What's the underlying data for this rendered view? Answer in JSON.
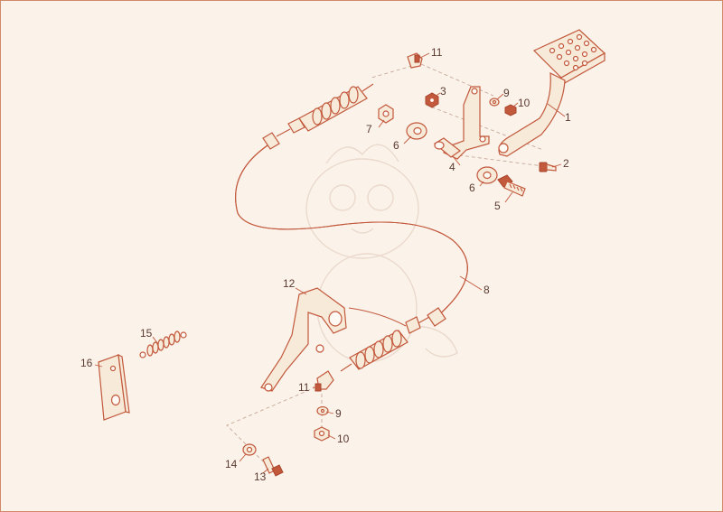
{
  "callouts": [
    {
      "id": "1",
      "text": "1"
    },
    {
      "id": "2",
      "text": "2"
    },
    {
      "id": "3",
      "text": "3"
    },
    {
      "id": "4",
      "text": "4"
    },
    {
      "id": "5",
      "text": "5"
    },
    {
      "id": "6a",
      "text": "6"
    },
    {
      "id": "6b",
      "text": "6"
    },
    {
      "id": "7",
      "text": "7"
    },
    {
      "id": "8",
      "text": "8"
    },
    {
      "id": "9a",
      "text": "9"
    },
    {
      "id": "9b",
      "text": "9"
    },
    {
      "id": "10a",
      "text": "10"
    },
    {
      "id": "10b",
      "text": "10"
    },
    {
      "id": "11a",
      "text": "11"
    },
    {
      "id": "11b",
      "text": "11"
    },
    {
      "id": "12",
      "text": "12"
    },
    {
      "id": "13",
      "text": "13"
    },
    {
      "id": "14",
      "text": "14"
    },
    {
      "id": "15",
      "text": "15"
    },
    {
      "id": "16",
      "text": "16"
    }
  ],
  "colors": {
    "stroke": "#c2583c",
    "fill": "#f7ead8",
    "background": "#fbf3ea",
    "label": "#5a3a30"
  }
}
